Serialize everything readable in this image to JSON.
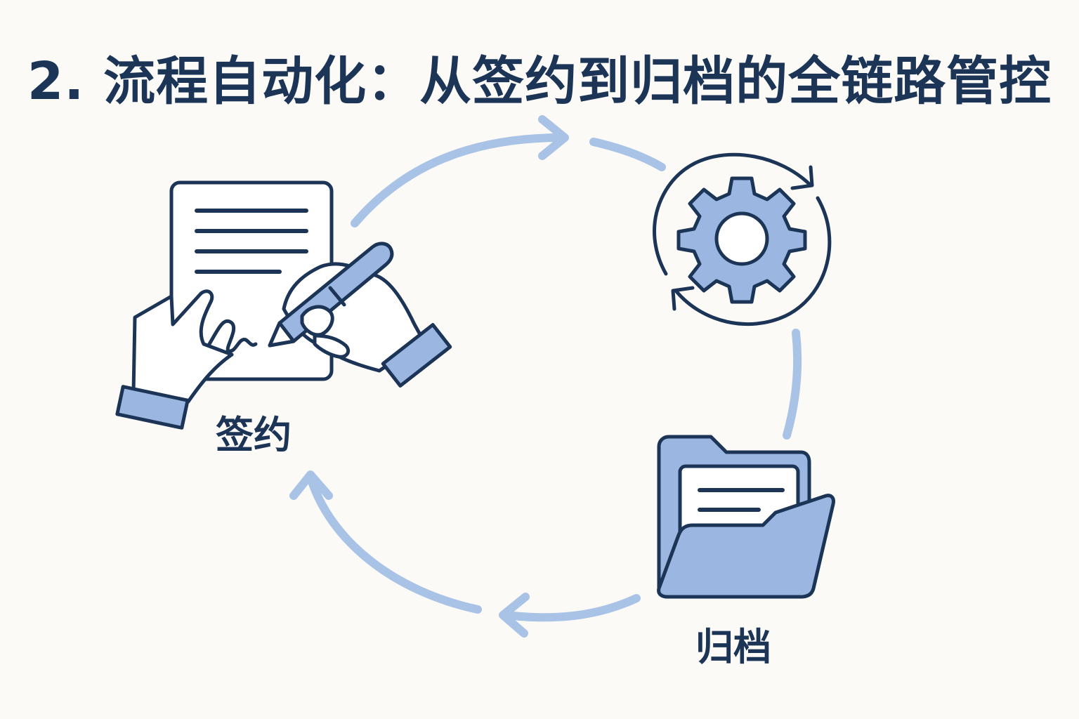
{
  "header": {
    "title": "2. 流程自动化：从签约到归档的全链路管控"
  },
  "nodes": [
    {
      "label": "签约",
      "icon": "signing-contract-icon"
    },
    {
      "label": "",
      "icon": "gear-cycle-icon"
    },
    {
      "label": "归档",
      "icon": "archive-folder-icon"
    }
  ],
  "colors": {
    "dark": "#1c3557",
    "accent": "#9bb6e0",
    "arrow": "#a9c3e6",
    "background": "#fbfaf7"
  }
}
